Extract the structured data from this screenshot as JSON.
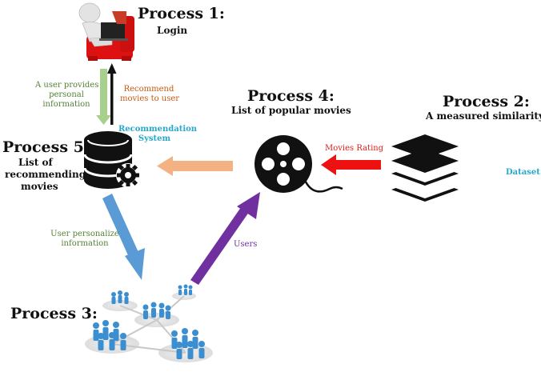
{
  "process1": {
    "title": "Process 1:",
    "subtitle": "Login"
  },
  "process2": {
    "title": "Process 2:",
    "subtitle": "A measured similarity"
  },
  "process3": {
    "title": "Process 3:"
  },
  "process4": {
    "title": "Process 4:",
    "subtitle": "List of popular movies"
  },
  "process5": {
    "title": "Process 5:",
    "sub_line1": "List of",
    "sub_line2": "recommending",
    "sub_line3": "movies"
  },
  "labels": {
    "user_provides_1": "A user provides",
    "user_provides_2": "personal",
    "user_provides_3": "information",
    "recommend_1": "Recommend",
    "recommend_2": "movies to user",
    "recommendation_system_1": "Recommendation",
    "recommendation_system_2": "System",
    "movies_rating": "Movies Rating",
    "dataset": "Dataset",
    "user_personalize_1": "User personalize",
    "user_personalize_2": "information",
    "users": "Users"
  },
  "colors": {
    "green_arrow": "#a8d08d",
    "black_arrow": "#111111",
    "orange_arrow": "#f4b183",
    "red_arrow": "#ee1111",
    "blue_arrow": "#5b9bd5",
    "purple_arrow": "#7030a0",
    "green_text": "#548235",
    "orange_text": "#c55a11",
    "cyan_text": "#2aa7c9",
    "red_text": "#e02020",
    "person_blue": "#3b8fd0",
    "chair_red": "#dd1111"
  },
  "icons": [
    "user-at-laptop-icon",
    "database-gear-icon",
    "film-reel-icon",
    "layers-stack-icon",
    "people-network-icon"
  ]
}
